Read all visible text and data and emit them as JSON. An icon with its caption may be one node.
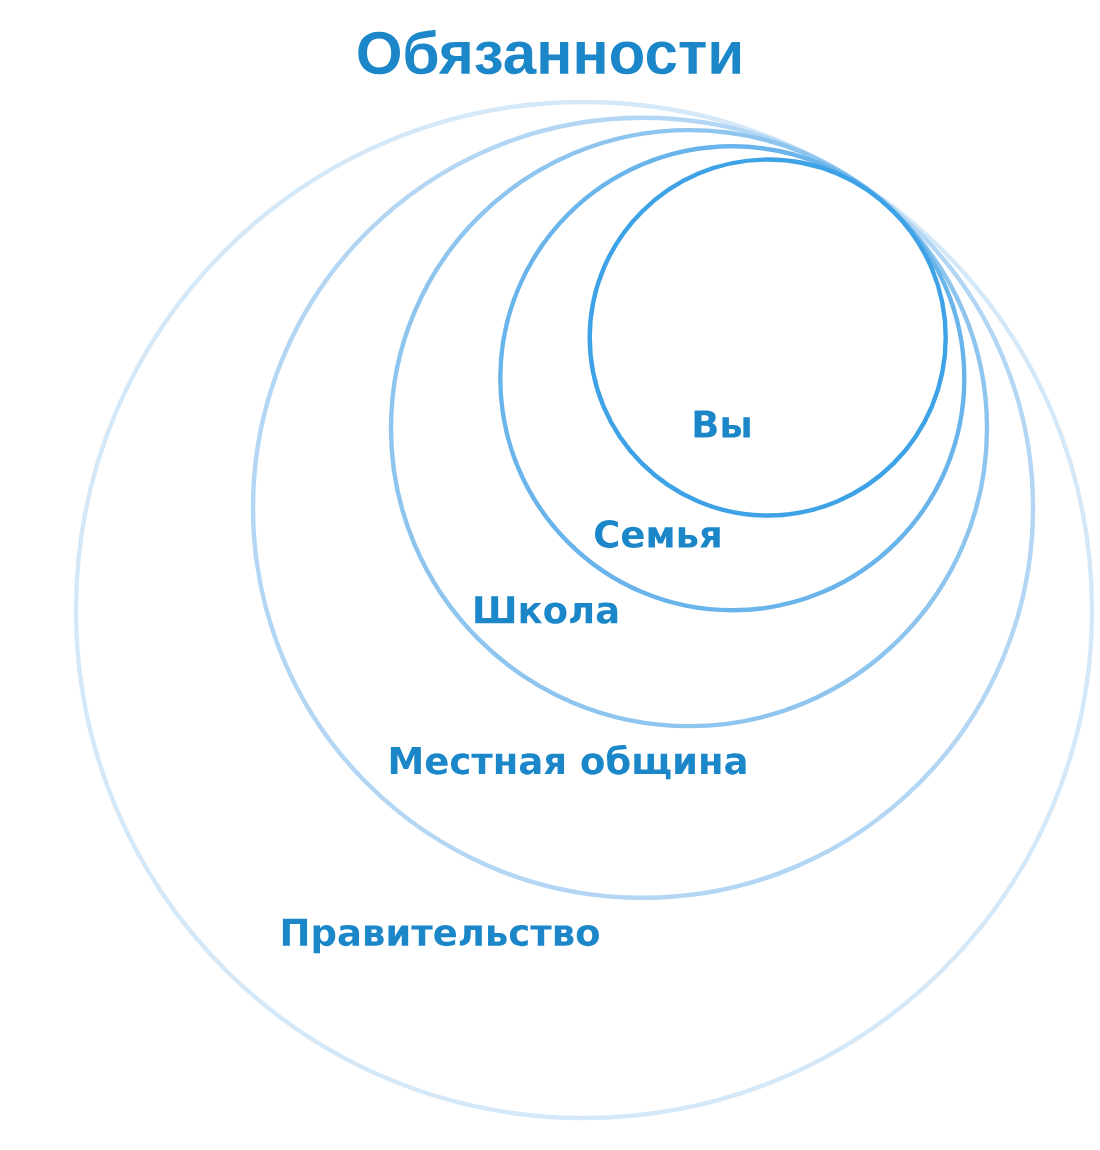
{
  "diagram": {
    "title": "Обязанности",
    "nodes": [
      {
        "text": [
          "Правительство"
        ]
      },
      {
        "text": [
          "Местная община"
        ],
        "in": 0
      },
      {
        "text": [
          "Школа"
        ],
        "in": 1
      },
      {
        "text": [
          "Семья"
        ],
        "in": 2
      },
      {
        "text": [
          "Вы"
        ],
        "in": 3
      }
    ]
  }
}
